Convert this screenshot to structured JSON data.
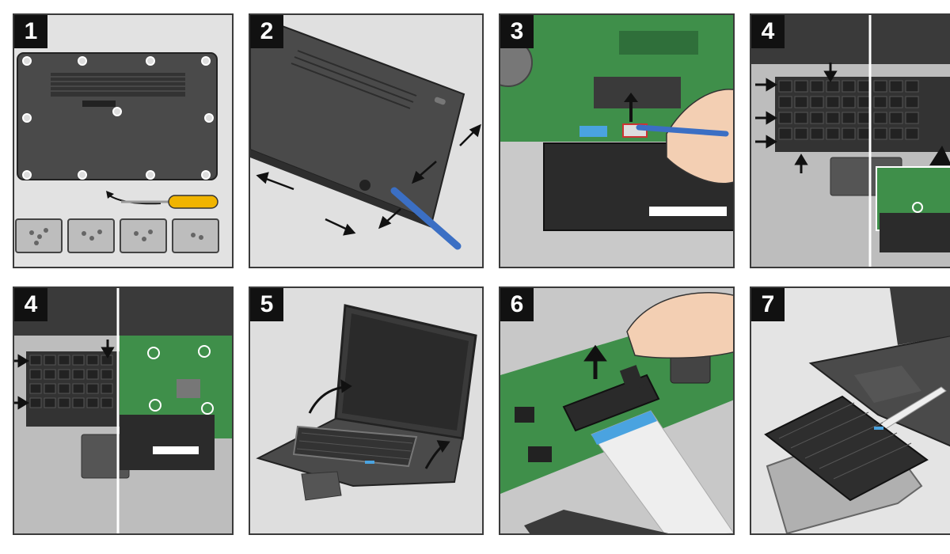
{
  "steps": [
    {
      "number": "1",
      "scene": "unscrew-bottom-cover"
    },
    {
      "number": "2",
      "scene": "pry-bottom-cover"
    },
    {
      "number": "3",
      "scene": "disconnect-battery"
    },
    {
      "number": "4",
      "scene": "release-keyboard-clips"
    },
    {
      "number": "4",
      "scene": "release-keyboard-clips-alt"
    },
    {
      "number": "5",
      "scene": "lift-keyboard"
    },
    {
      "number": "6",
      "scene": "disconnect-ribbon-cable"
    },
    {
      "number": "7",
      "scene": "remove-keyboard"
    }
  ],
  "colors": {
    "chassis": "#4a4a4a",
    "chassis_dark": "#2e2e2e",
    "board_green": "#3f8f4a",
    "battery": "#2b2b2b",
    "pry_tool": "#3b6fc4",
    "screwdriver_handle": "#f0b400",
    "skin": "#f3cfb3",
    "ribbon": "#4aa3e0"
  }
}
